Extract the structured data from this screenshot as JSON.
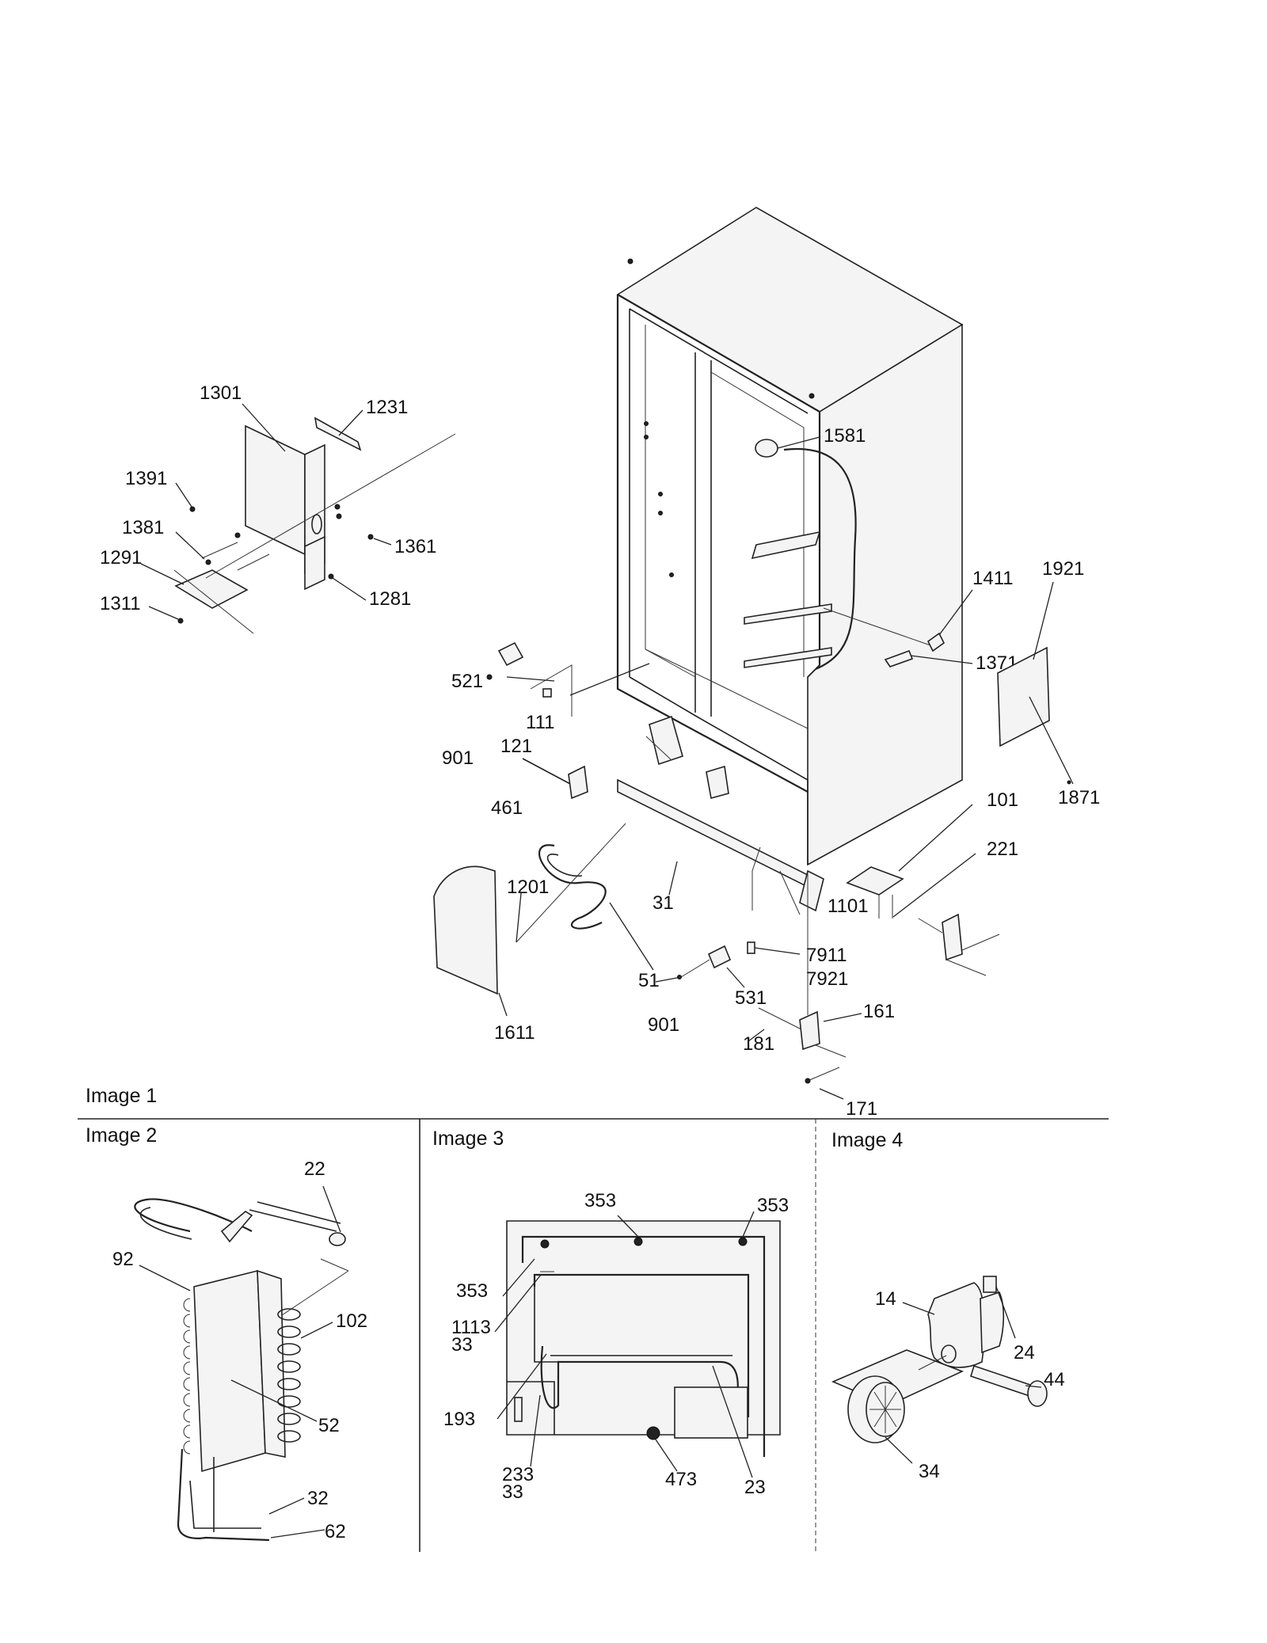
{
  "panels": {
    "p1": {
      "title": "Image 1"
    },
    "p2": {
      "title": "Image 2"
    },
    "p3": {
      "title": "Image 3"
    },
    "p4": {
      "title": "Image 4"
    }
  },
  "callouts": {
    "c1301": "1301",
    "c1231": "1231",
    "c1391": "1391",
    "c1381": "1381",
    "c1361": "1361",
    "c1291": "1291",
    "c1311": "1311",
    "c1281": "1281",
    "c1581": "1581",
    "c1411": "1411",
    "c1921": "1921",
    "c1371": "1371",
    "c1871": "1871",
    "c521": "521",
    "c111": "111",
    "c121": "121",
    "c901a": "901",
    "c461": "461",
    "c101": "101",
    "c221": "221",
    "c1201": "1201",
    "c31": "31",
    "c1101": "1101",
    "c51": "51",
    "c7911": "7911",
    "c7921": "7921",
    "c1611": "1611",
    "c531": "531",
    "c161": "161",
    "c901b": "901",
    "c181": "181",
    "c171": "171",
    "c22": "22",
    "c92": "92",
    "c102": "102",
    "c52": "52",
    "c32": "32",
    "c62": "62",
    "c353a": "353",
    "c353b": "353",
    "c353c": "353",
    "c1113": "1113",
    "c33a": "33",
    "c193": "193",
    "c233": "233",
    "c33b": "33",
    "c473": "473",
    "c23": "23",
    "c14": "14",
    "c24": "24",
    "c44": "44",
    "c34": "34"
  }
}
